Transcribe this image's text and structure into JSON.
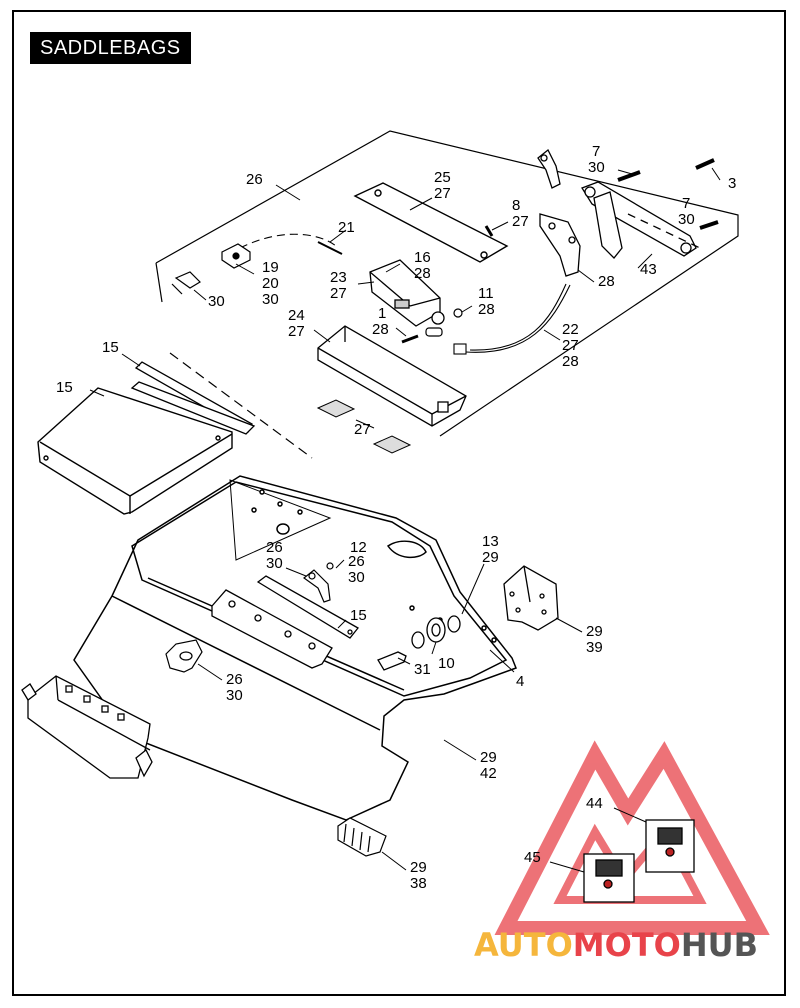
{
  "title": "SADDLEBAGS",
  "callouts": [
    {
      "id": "c26a",
      "text": "26"
    },
    {
      "id": "c25",
      "text": "25"
    },
    {
      "id": "c27a",
      "text": "27"
    },
    {
      "id": "c7a",
      "text": "7"
    },
    {
      "id": "c30a",
      "text": "30"
    },
    {
      "id": "c3",
      "text": "3"
    },
    {
      "id": "c8",
      "text": "8"
    },
    {
      "id": "c27b",
      "text": "27"
    },
    {
      "id": "c21",
      "text": "21"
    },
    {
      "id": "c7b",
      "text": "7"
    },
    {
      "id": "c30b",
      "text": "30"
    },
    {
      "id": "c16",
      "text": "16"
    },
    {
      "id": "c28a",
      "text": "28"
    },
    {
      "id": "c19",
      "text": "19"
    },
    {
      "id": "c20",
      "text": "20"
    },
    {
      "id": "c30c",
      "text": "30"
    },
    {
      "id": "c23",
      "text": "23"
    },
    {
      "id": "c27c",
      "text": "27"
    },
    {
      "id": "c43",
      "text": "43"
    },
    {
      "id": "c28b",
      "text": "28"
    },
    {
      "id": "c30d",
      "text": "30"
    },
    {
      "id": "c11",
      "text": "11"
    },
    {
      "id": "c28c",
      "text": "28"
    },
    {
      "id": "c24",
      "text": "24"
    },
    {
      "id": "c27d",
      "text": "27"
    },
    {
      "id": "c1",
      "text": "1"
    },
    {
      "id": "c28d",
      "text": "28"
    },
    {
      "id": "c22",
      "text": "22"
    },
    {
      "id": "c27e",
      "text": "27"
    },
    {
      "id": "c28e",
      "text": "28"
    },
    {
      "id": "c15a",
      "text": "15"
    },
    {
      "id": "c15b",
      "text": "15"
    },
    {
      "id": "c27f",
      "text": "27"
    },
    {
      "id": "c13",
      "text": "13"
    },
    {
      "id": "c29a",
      "text": "29"
    },
    {
      "id": "c26b",
      "text": "26"
    },
    {
      "id": "c30e",
      "text": "30"
    },
    {
      "id": "c12",
      "text": "12"
    },
    {
      "id": "c26c",
      "text": "26"
    },
    {
      "id": "c30f",
      "text": "30"
    },
    {
      "id": "c15c",
      "text": "15"
    },
    {
      "id": "c29b",
      "text": "29"
    },
    {
      "id": "c39",
      "text": "39"
    },
    {
      "id": "c31",
      "text": "31"
    },
    {
      "id": "c10",
      "text": "10"
    },
    {
      "id": "c4",
      "text": "4"
    },
    {
      "id": "c26d",
      "text": "26"
    },
    {
      "id": "c30g",
      "text": "30"
    },
    {
      "id": "c29c",
      "text": "29"
    },
    {
      "id": "c42",
      "text": "42"
    },
    {
      "id": "c44",
      "text": "44"
    },
    {
      "id": "c45",
      "text": "45"
    },
    {
      "id": "c29d",
      "text": "29"
    },
    {
      "id": "c38",
      "text": "38"
    }
  ],
  "watermark": {
    "part1": "AUTO",
    "part2": "MOTO",
    "part3": "HUB"
  },
  "colors": {
    "line": "#000000",
    "fill": "#ffffff",
    "watermark_red": "#e8434a",
    "watermark_orange": "#f5b63c",
    "watermark_gray": "#555555"
  }
}
